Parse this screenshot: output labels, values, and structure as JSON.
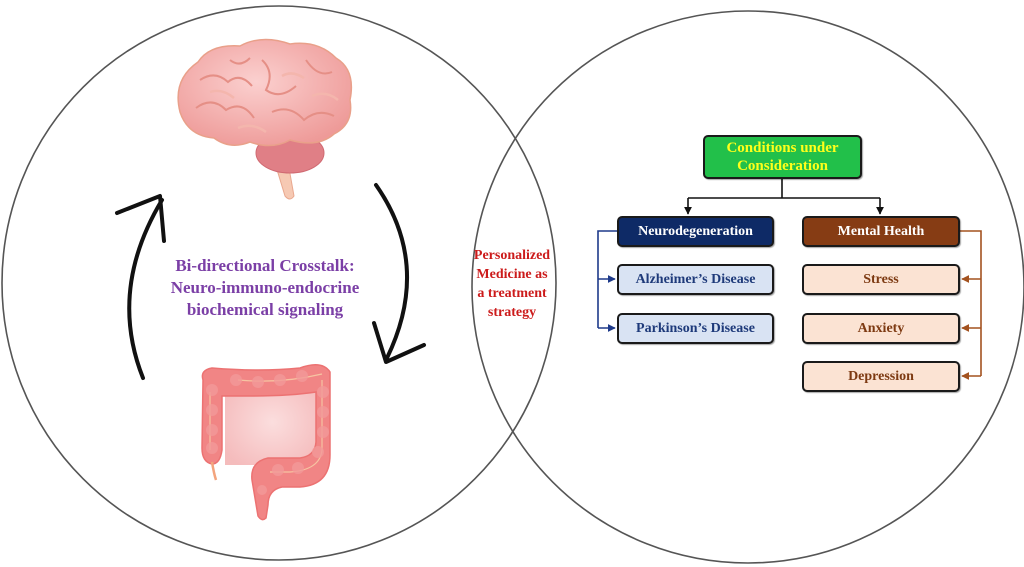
{
  "colors": {
    "root_fill": "#22c04a",
    "root_text": "#ffff1a",
    "neuro_fill": "#0e2a66",
    "neuro_child_fill": "#d9e3f3",
    "neuro_child_text": "#1e3a7a",
    "neuro_connector": "#1e3a8a",
    "mental_fill": "#863c14",
    "mental_child_fill": "#fbe3d3",
    "mental_child_text": "#7d3a12",
    "mental_connector": "#a3521f",
    "crosstalk_text": "#7b3fa6",
    "personalized_text": "#cc1b1b",
    "circle_stroke": "#555555",
    "cycle_arrow": "#000000"
  },
  "left_panel": {
    "illustrations": [
      "brain-illustration",
      "intestine-illustration"
    ],
    "crosstalk_lines": [
      "Bi-directional Crosstalk:",
      "Neuro-immuno-endocrine",
      "biochemical signaling"
    ]
  },
  "overlap": {
    "lines": [
      "Personalized",
      "Medicine as",
      "a treatment",
      "strategy"
    ]
  },
  "tree": {
    "root_lines": [
      "Conditions under",
      "Consideration"
    ],
    "neurodegeneration": {
      "label": "Neurodegeneration",
      "children": [
        "Alzheimer’s Disease",
        "Parkinson’s Disease"
      ]
    },
    "mental_health": {
      "label": "Mental Health",
      "children": [
        "Stress",
        "Anxiety",
        "Depression"
      ]
    }
  }
}
